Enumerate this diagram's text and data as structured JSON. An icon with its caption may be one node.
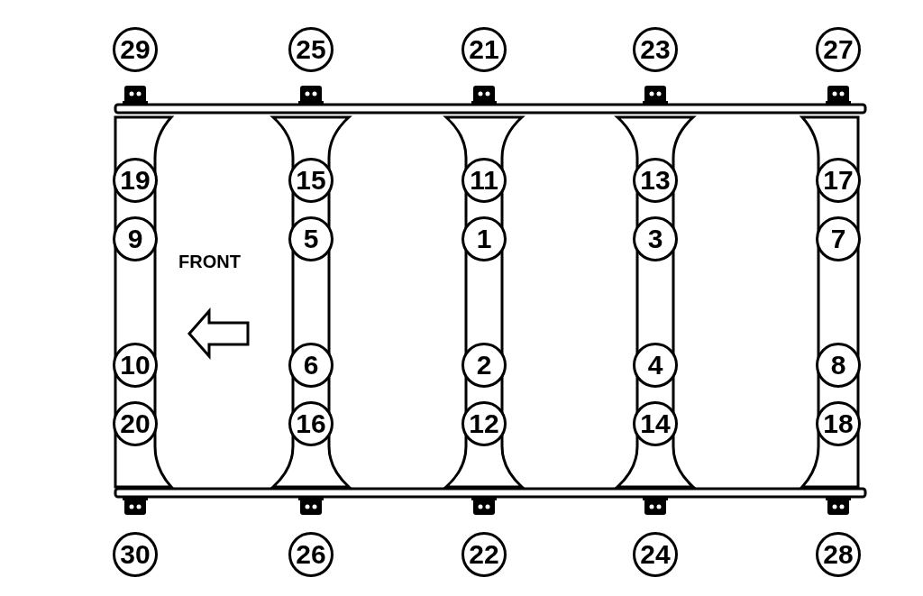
{
  "diagram": {
    "nodes": [
      {
        "text": [
          "29"
        ]
      },
      {
        "text": [
          "25"
        ]
      },
      {
        "text": [
          "21"
        ]
      },
      {
        "text": [
          "23"
        ]
      },
      {
        "text": [
          "27"
        ]
      },
      {
        "text": [
          "19"
        ]
      },
      {
        "text": [
          "15"
        ]
      },
      {
        "text": [
          "11"
        ]
      },
      {
        "text": [
          "13"
        ]
      },
      {
        "text": [
          "17"
        ]
      },
      {
        "text": [
          "9"
        ]
      },
      {
        "text": [
          "5"
        ]
      },
      {
        "text": [
          "1"
        ]
      },
      {
        "text": [
          "3"
        ]
      },
      {
        "text": [
          "7"
        ]
      },
      {
        "text": [
          "10"
        ]
      },
      {
        "text": [
          "6"
        ]
      },
      {
        "text": [
          "2"
        ]
      },
      {
        "text": [
          "4"
        ]
      },
      {
        "text": [
          "8"
        ]
      },
      {
        "text": [
          "20"
        ]
      },
      {
        "text": [
          "16"
        ]
      },
      {
        "text": [
          "12"
        ]
      },
      {
        "text": [
          "14"
        ]
      },
      {
        "text": [
          "18"
        ]
      },
      {
        "text": [
          "30"
        ]
      },
      {
        "text": [
          "26"
        ]
      },
      {
        "text": [
          "22"
        ]
      },
      {
        "text": [
          "24"
        ]
      },
      {
        "text": [
          "28"
        ]
      }
    ],
    "labels": [
      "FRONT"
    ]
  }
}
